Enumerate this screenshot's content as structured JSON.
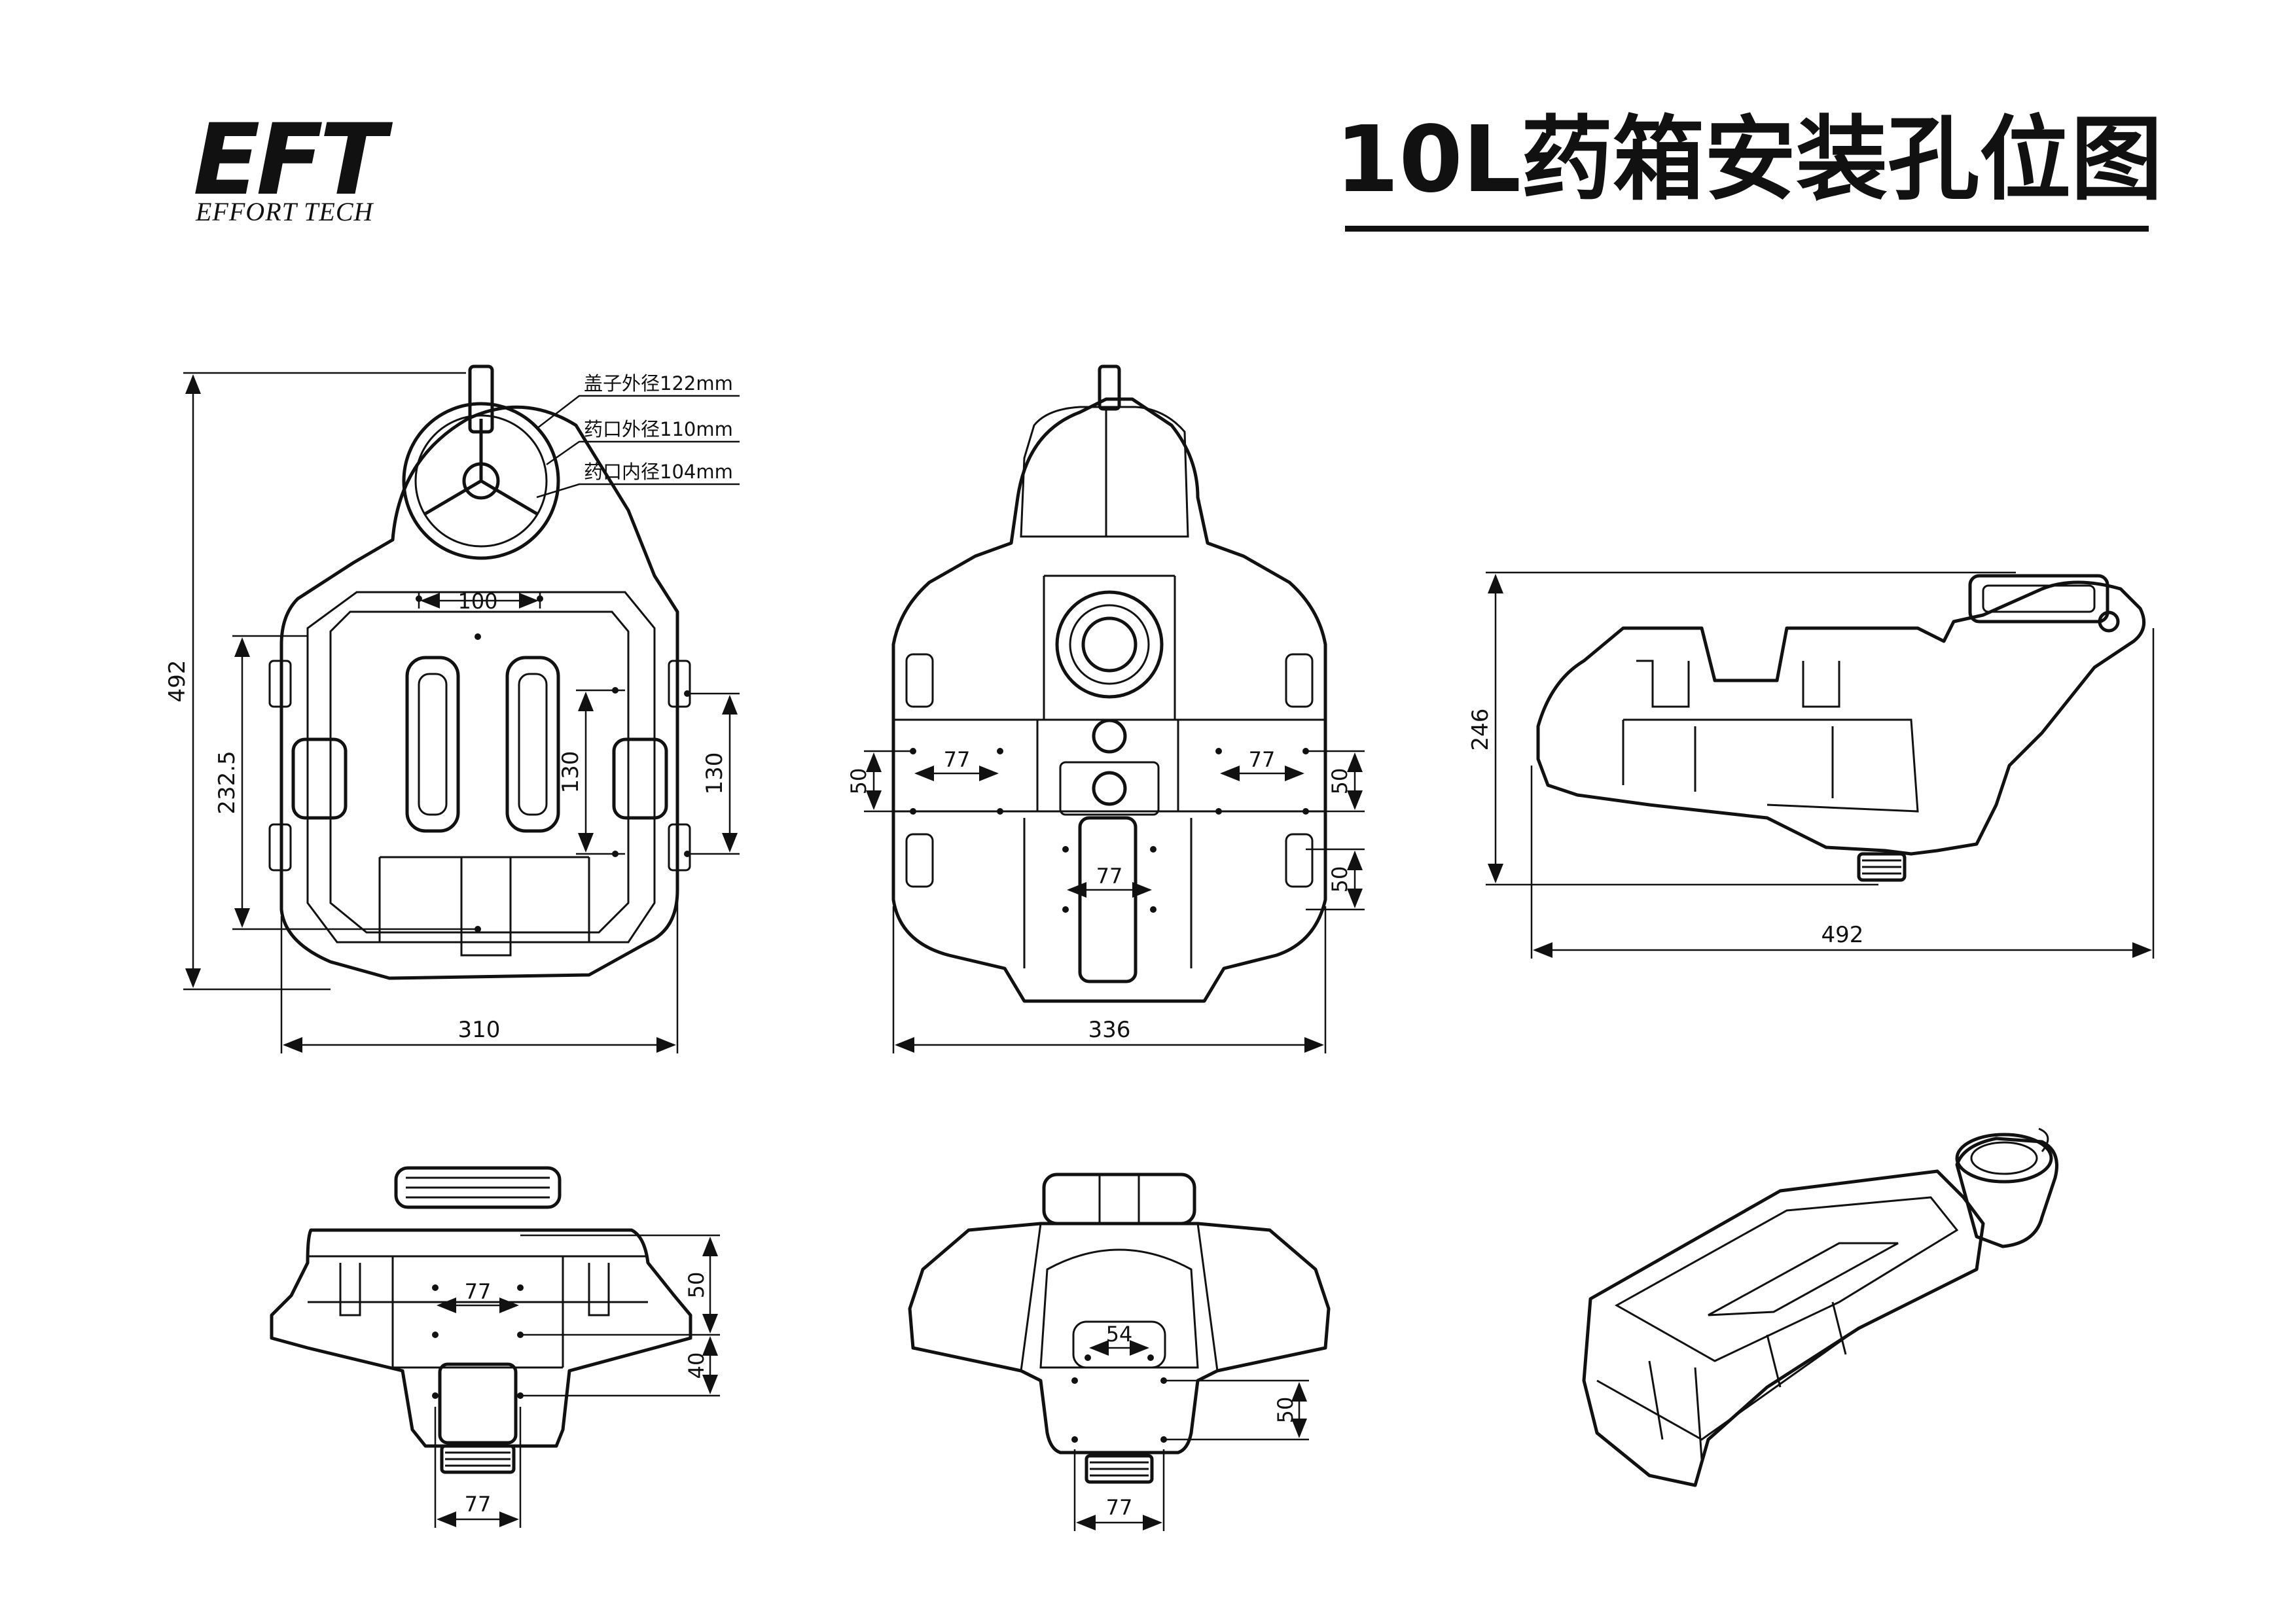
{
  "logo": {
    "mark": "EFT",
    "subtitle": "EFFORT TECH"
  },
  "title": "10L药箱安装孔位图",
  "top_view": {
    "callouts": [
      "盖子外径122mm",
      "药口外径110mm",
      "药口内径104mm"
    ],
    "dims": {
      "height": "492",
      "width": "310",
      "hole_spacing": "100",
      "left_span": "232.5",
      "inner_span": "130",
      "right_span": "130"
    }
  },
  "bottom_view": {
    "dims": {
      "width": "336",
      "left_span": "50",
      "left_spacing": "77",
      "right_spacing": "77",
      "right_span_a": "50",
      "right_span_b": "50",
      "center_spacing": "77"
    }
  },
  "side_view": {
    "dims": {
      "height": "246",
      "length": "492"
    }
  },
  "front_view": {
    "dims": {
      "spacing_top": "77",
      "span_a": "50",
      "span_b": "40",
      "spacing_bottom": "77"
    }
  },
  "rear_view": {
    "dims": {
      "spacing_top": "54",
      "span": "50",
      "spacing_bottom": "77"
    }
  }
}
